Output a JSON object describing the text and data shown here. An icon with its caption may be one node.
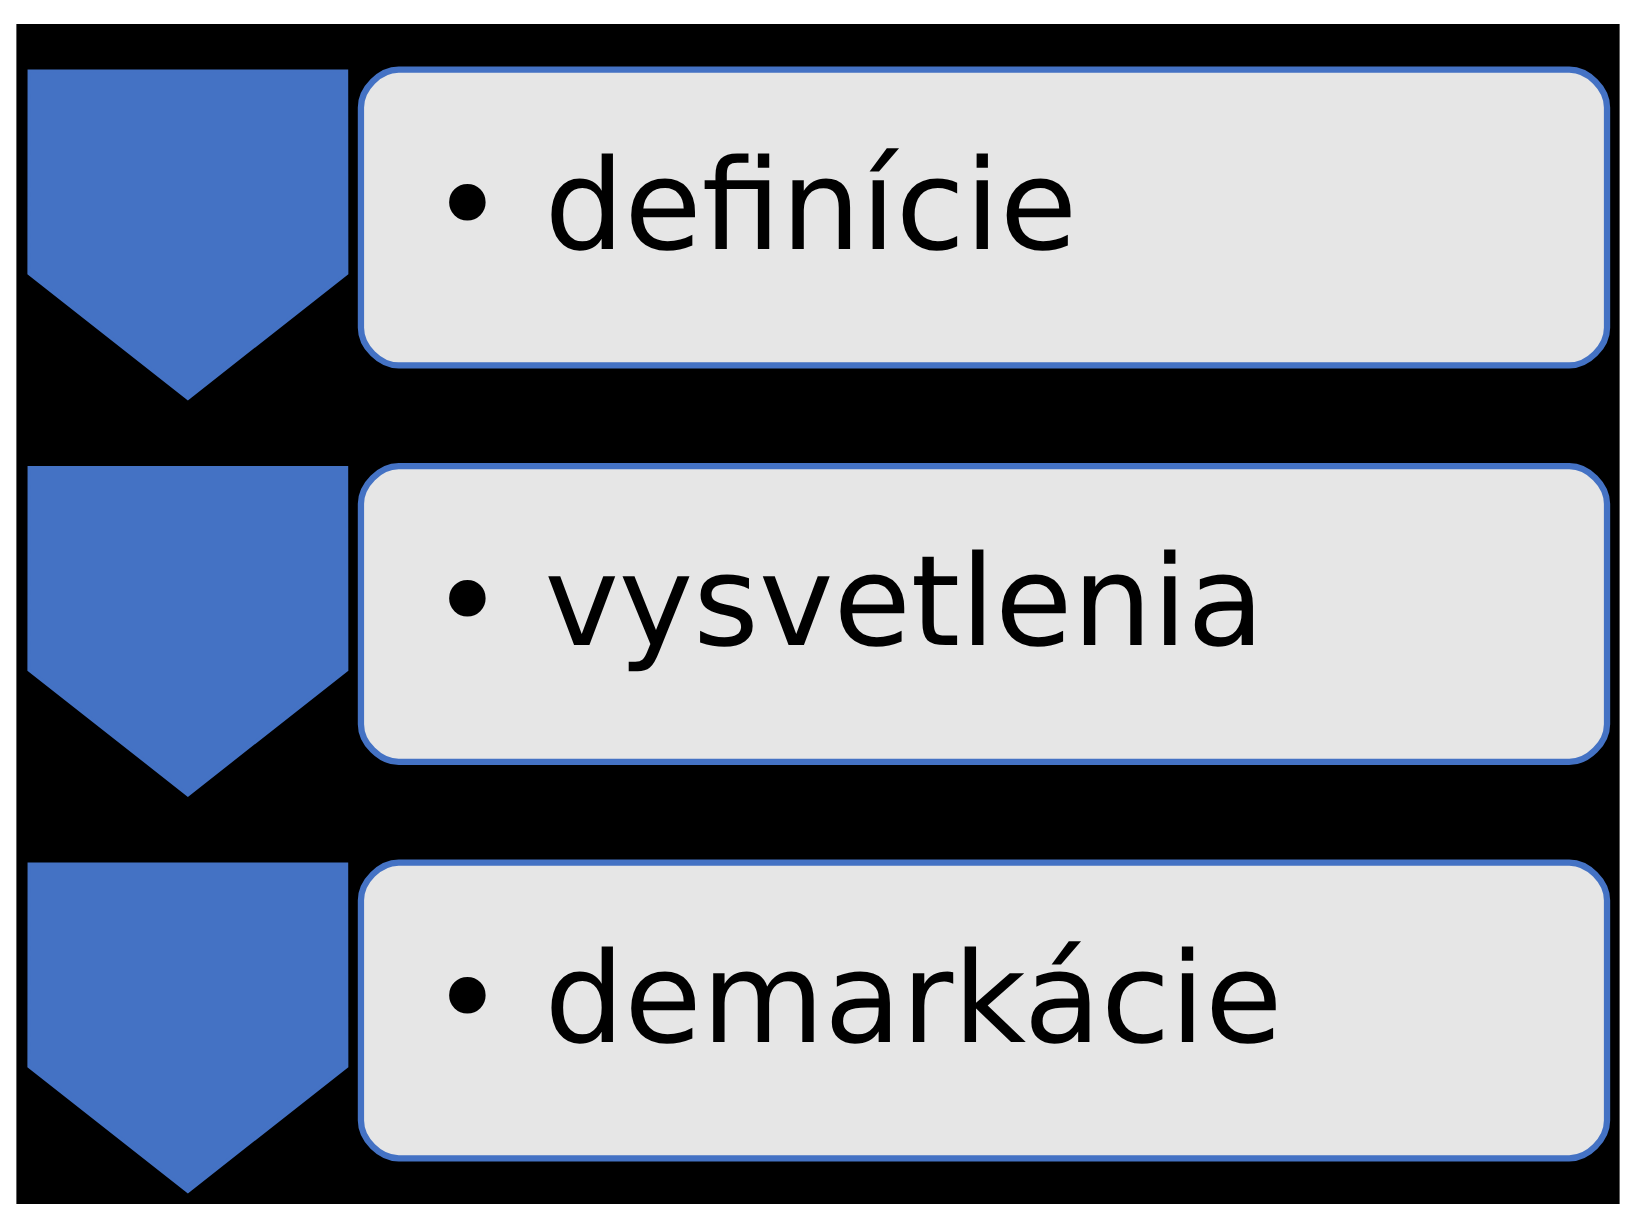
{
  "diagram": {
    "nodes": [
      {
        "text": [],
        "shape": "chevron"
      },
      {
        "text": [
          "• definície"
        ]
      },
      {
        "text": [],
        "shape": "chevron"
      },
      {
        "text": [
          "• vysvetlenia"
        ]
      },
      {
        "text": [],
        "shape": "chevron"
      },
      {
        "text": [
          "• demarkácie"
        ]
      }
    ]
  }
}
